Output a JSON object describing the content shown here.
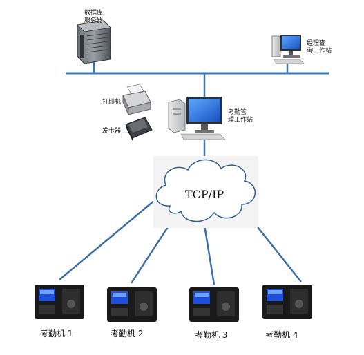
{
  "nodes": {
    "db_server": {
      "label": "数据库\n服务器"
    },
    "manager_ws": {
      "label": "经理查\n询工作站"
    },
    "printer": {
      "label": "打印机"
    },
    "card_issuer": {
      "label": "发卡器"
    },
    "attendance_ws": {
      "label": "考勤管\n理工作站"
    },
    "network": {
      "label": "TCP/IP"
    },
    "terminals": [
      {
        "label": "考勤机 1"
      },
      {
        "label": "考勤机 2"
      },
      {
        "label": "考勤机 3"
      },
      {
        "label": "考勤机 4"
      }
    ]
  },
  "colors": {
    "bus": "#3d7ab3",
    "link": "#3b6fa5",
    "screen": "#2a6fd6",
    "terminal_body": "#1a1a1a",
    "terminal_screen": "#1f4fd8"
  }
}
